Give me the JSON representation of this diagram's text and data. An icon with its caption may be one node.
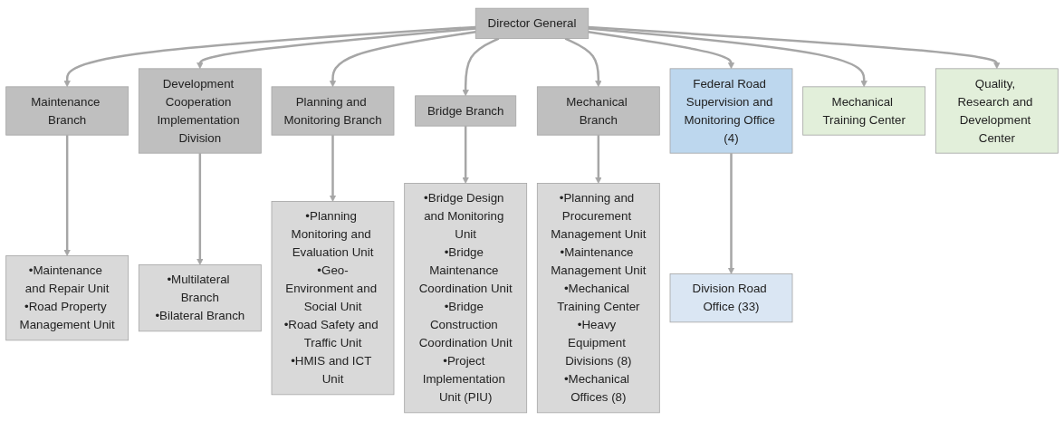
{
  "diagram": {
    "nodes": [
      {
        "text": [
          "Director General"
        ]
      },
      {
        "text": [
          "Maintenance Branch"
        ]
      },
      {
        "text": [
          "Development Cooperation Implementation Division"
        ]
      },
      {
        "text": [
          "Planning and Monitoring Branch"
        ]
      },
      {
        "text": [
          "Bridge Branch"
        ]
      },
      {
        "text": [
          "Mechanical Branch"
        ]
      },
      {
        "text": [
          "Federal Road Supervision and Monitoring Office (4)"
        ]
      },
      {
        "text": [
          "Mechanical Training Center"
        ]
      },
      {
        "text": [
          "Quality, Research and Development Center"
        ]
      },
      {
        "text": [
          "•Maintenance and Repair Unit",
          "•Road Property Management Unit"
        ]
      },
      {
        "text": [
          "•Multilateral Branch",
          "•Bilateral Branch"
        ]
      },
      {
        "text": [
          "•Planning Monitoring and Evaluation Unit",
          "•Geo-Environment and Social Unit",
          "•Road Safety and Traffic Unit",
          "•HMIS and ICT Unit"
        ]
      },
      {
        "text": [
          "•Bridge Design and Monitoring Unit",
          "•Bridge Maintenance Coordination Unit",
          "•Bridge Construction Coordination Unit",
          "•Project Implementation Unit (PIU)"
        ]
      },
      {
        "text": [
          "•Planning and Procurement Management Unit",
          "•Maintenance Management Unit",
          "•Mechanical Training Center",
          "•Heavy Equipment Divisions (8)",
          "•Mechanical Offices (8)"
        ]
      },
      {
        "text": [
          "Division Road Office (33)"
        ]
      }
    ],
    "edges": [
      {
        "from": 0,
        "to": 1,
        "arrow": "to"
      },
      {
        "from": 0,
        "to": 2,
        "arrow": "to"
      },
      {
        "from": 0,
        "to": 3,
        "arrow": "to"
      },
      {
        "from": 0,
        "to": 4,
        "arrow": "to"
      },
      {
        "from": 0,
        "to": 5,
        "arrow": "to"
      },
      {
        "from": 0,
        "to": 6,
        "arrow": "to"
      },
      {
        "from": 0,
        "to": 7,
        "arrow": "to"
      },
      {
        "from": 0,
        "to": 8,
        "arrow": "to"
      },
      {
        "from": 1,
        "to": 9,
        "arrow": "to"
      },
      {
        "from": 2,
        "to": 10,
        "arrow": "to"
      },
      {
        "from": 3,
        "to": 11,
        "arrow": "to"
      },
      {
        "from": 4,
        "to": 12,
        "arrow": "to"
      },
      {
        "from": 5,
        "to": 13,
        "arrow": "to"
      },
      {
        "from": 6,
        "to": 14,
        "arrow": "to"
      }
    ]
  }
}
